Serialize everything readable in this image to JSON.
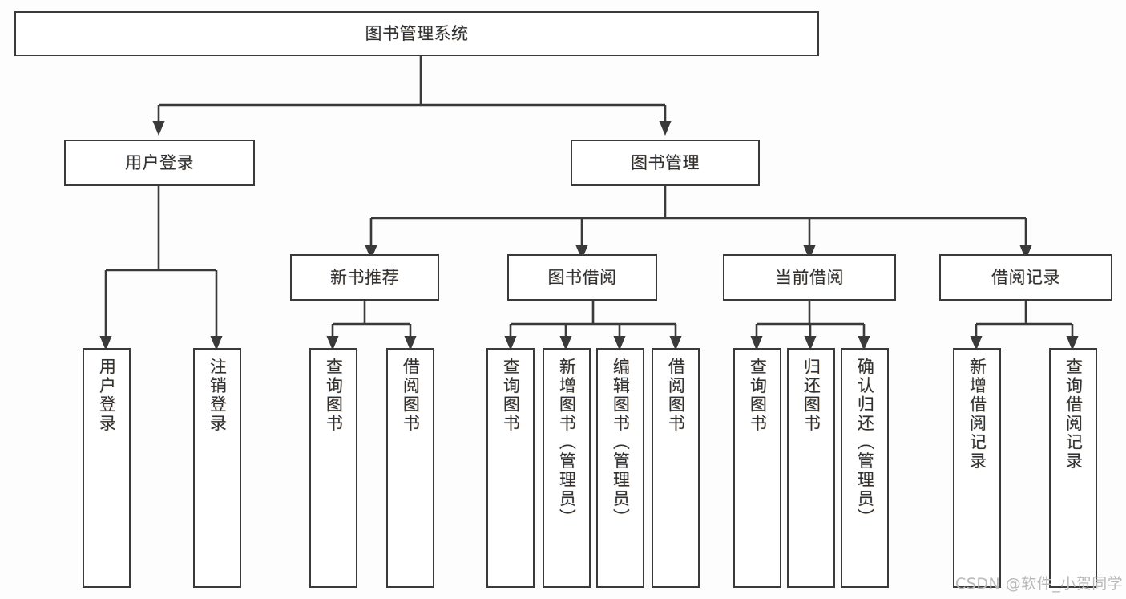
{
  "diagram": {
    "title": "图书管理系统",
    "type": "tree-hierarchy",
    "edge_color": "#3a3a3a",
    "node_border_color": "#3a3a3a",
    "node_fill_color": "#ffffff",
    "background_color": "#fdfdfd",
    "text_color": "#303030"
  },
  "root": {
    "label": "图书管理系统"
  },
  "level2": {
    "user_login": {
      "label": "用户登录"
    },
    "book_manage": {
      "label": "图书管理"
    }
  },
  "level3": {
    "new_book_rec": {
      "label": "新书推荐"
    },
    "book_borrow": {
      "label": "图书借阅"
    },
    "current_borrow": {
      "label": "当前借阅"
    },
    "borrow_record": {
      "label": "借阅记录"
    }
  },
  "leaves": {
    "user_login_children": [
      {
        "label": "用户登录"
      },
      {
        "label": "注销登录"
      }
    ],
    "new_book_rec_children": [
      {
        "label": "查询图书"
      },
      {
        "label": "借阅图书"
      }
    ],
    "book_borrow_children": [
      {
        "label": "查询图书"
      },
      {
        "label": "新增图书（管理员）"
      },
      {
        "label": "编辑图书（管理员）"
      },
      {
        "label": "借阅图书"
      }
    ],
    "current_borrow_children": [
      {
        "label": "查询图书"
      },
      {
        "label": "归还图书"
      },
      {
        "label": "确认归还（管理员）"
      }
    ],
    "borrow_record_children": [
      {
        "label": "新增借阅记录"
      },
      {
        "label": "查询借阅记录"
      }
    ]
  },
  "watermark": {
    "text": "CSDN @软件_小贺同学"
  }
}
